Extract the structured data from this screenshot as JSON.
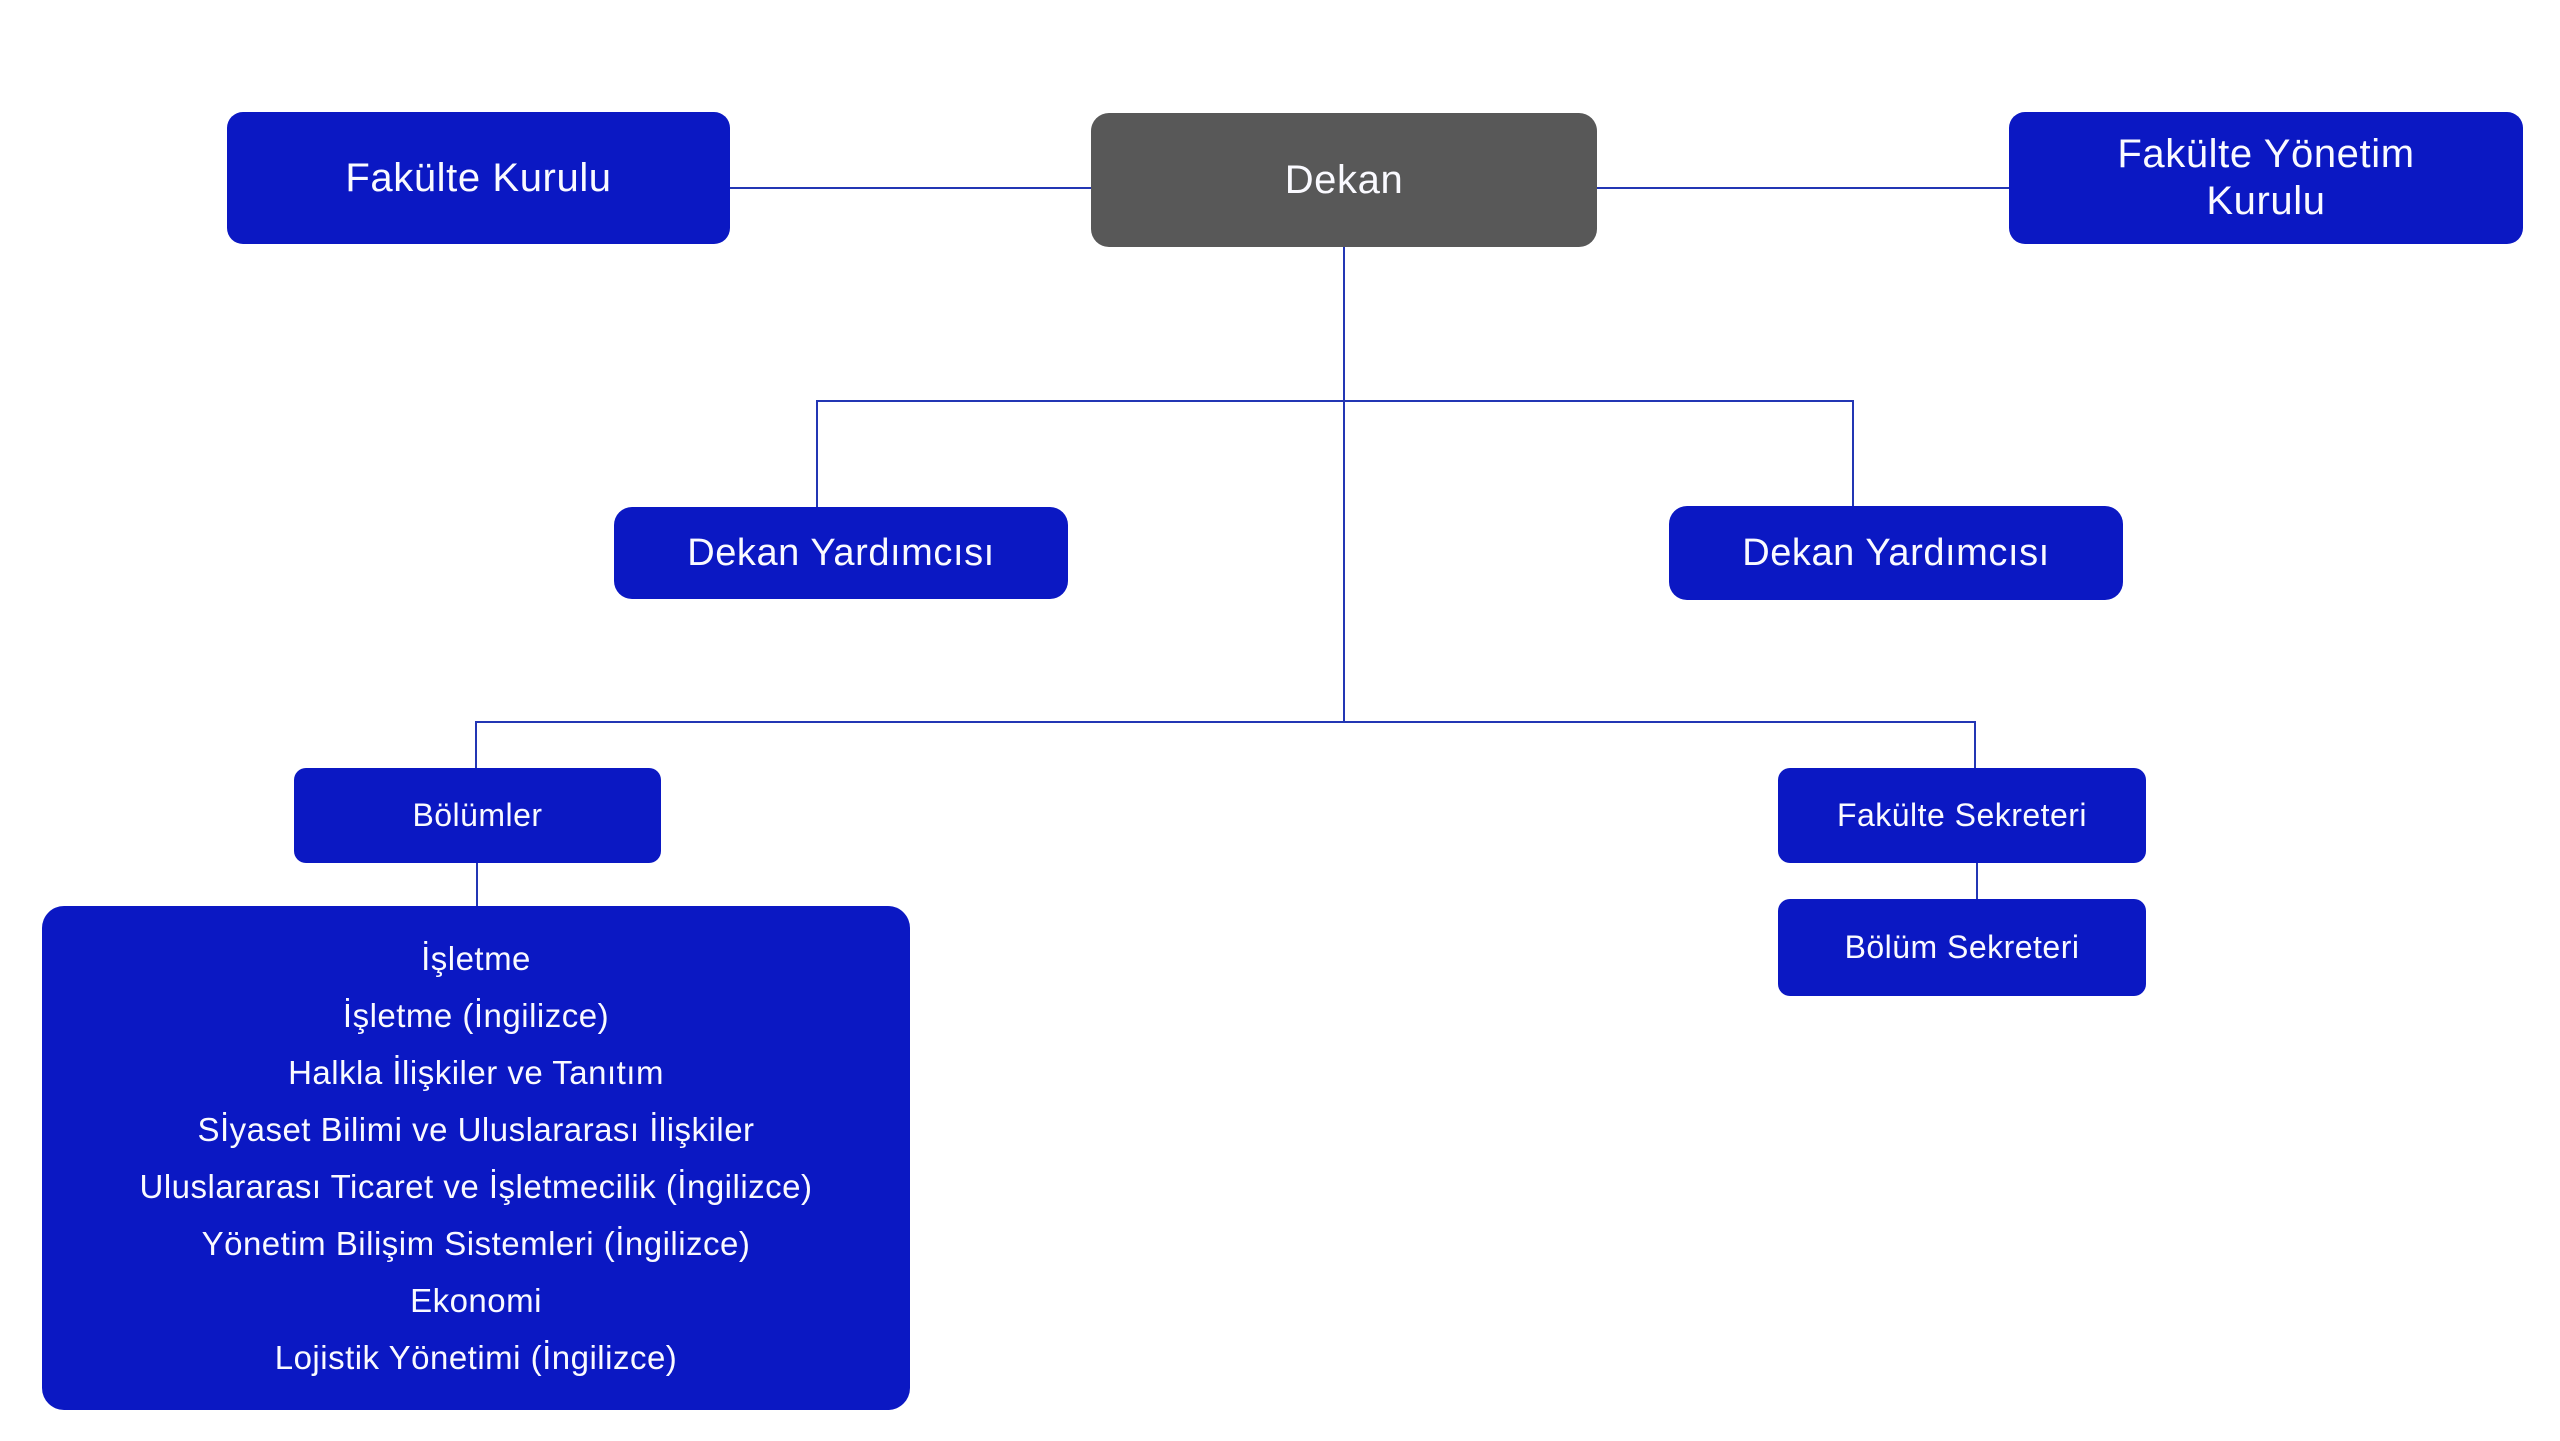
{
  "colors": {
    "node_blue": "#0b18c3",
    "node_gray": "#585858",
    "connector_blue": "#2336b4",
    "node_text": "#fafaff",
    "background": "#ffffff"
  },
  "org_chart": {
    "dekan": {
      "label": "Dekan"
    },
    "fakulte_kurulu": {
      "label": "Fakülte Kurulu"
    },
    "fakulte_yonetim_kurulu": {
      "label": "Fakülte Yönetim Kurulu"
    },
    "dekan_yardimcisi_left": {
      "label": "Dekan Yardımcısı"
    },
    "dekan_yardimcisi_right": {
      "label": "Dekan Yardımcısı"
    },
    "bolumler": {
      "label": "Bölümler"
    },
    "fakulte_sekreteri": {
      "label": "Fakülte Sekreteri"
    },
    "bolum_sekreteri": {
      "label": "Bölüm Sekreteri"
    },
    "departments": [
      "İşletme",
      "İşletme (İngilizce)",
      "Halkla İlişkiler ve Tanıtım",
      "Sİyaset Bilimi ve Uluslararası İlişkiler",
      "Uluslararası Ticaret ve İşletmecilik (İngilizce)",
      "Yönetim Bilişim Sistemleri (İngilizce)",
      "Ekonomi",
      "Lojistik Yönetimi (İngilizce)"
    ]
  }
}
